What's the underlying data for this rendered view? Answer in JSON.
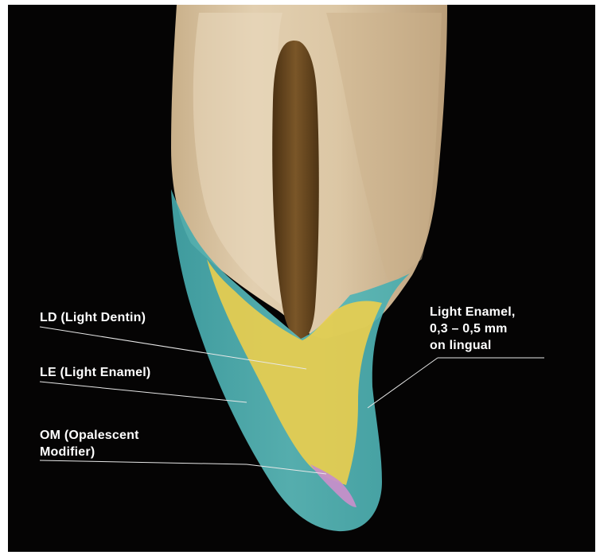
{
  "figure": {
    "labels": {
      "ld": [
        "LD (Light Dentin)"
      ],
      "le": [
        "LE (Light Enamel)"
      ],
      "om": [
        "OM (Opalescent",
        "Modifier)"
      ],
      "lingual": [
        "Light Enamel,",
        "0,3 – 0,5 mm",
        "on lingual"
      ]
    }
  },
  "colors": {
    "background": "#050404",
    "enamel_layer": "#4fb3b5",
    "dentin_layer": "#f0cf4a",
    "opalescent_layer": "#c58fc9",
    "tooth": "#d9c6a6",
    "canal": "#6b4a1e"
  }
}
